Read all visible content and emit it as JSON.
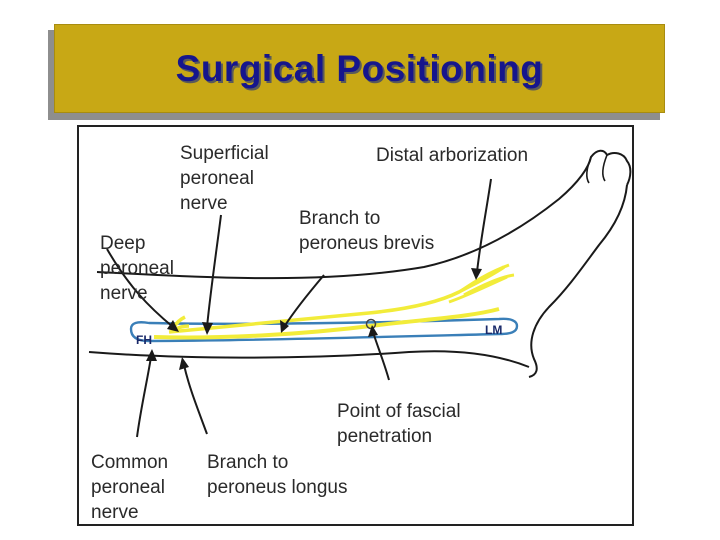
{
  "header": {
    "title": "Surgical Positioning"
  },
  "diagram": {
    "labels": {
      "superficial_peroneal_nerve": "Superficial\nperoneal\nnerve",
      "distal_arborization": "Distal arborization",
      "branch_to_peroneus_brevis": "Branch to\nperoneus brevis",
      "deep_peroneal_nerve": "Deep\nperoneal\nnerve",
      "fh": "FH",
      "lm": "LM",
      "point_of_fascial_penetration": "Point of fascial\npenetration",
      "common_peroneal_nerve": "Common\nperoneal\nnerve",
      "branch_to_peroneus_longus": "Branch to\nperoneus longus"
    },
    "colors": {
      "nerve": "#f2ec3a",
      "fibula": "#3a7fb8",
      "outline": "#1a1a1a",
      "title_bg": "#c8a815",
      "title_text": "#16168c"
    }
  }
}
